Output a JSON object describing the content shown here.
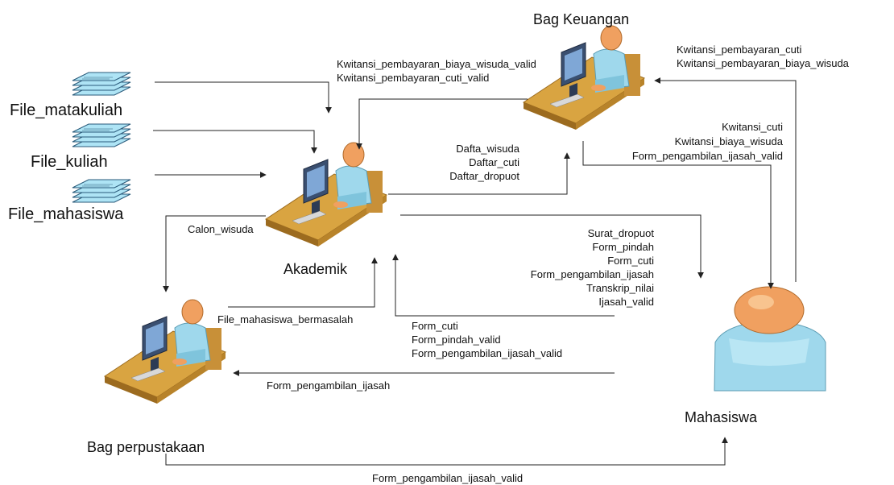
{
  "nodes": {
    "bag_keuangan": "Bag Keuangan",
    "akademik": "Akademik",
    "bag_perpustakaan": "Bag perpustakaan",
    "mahasiswa": "Mahasiswa"
  },
  "files": {
    "matakuliah": "File_matakuliah",
    "kuliah": "File_kuliah",
    "mahasiswa": "File_mahasiswa"
  },
  "flows": {
    "akademik_from_keuangan": [
      "Kwitansi_pembayaran_biaya_wisuda_valid",
      "Kwitansi_pembayaran_cuti_valid"
    ],
    "keuangan_from_mahasiswa": [
      "Kwitansi_pembayaran_cuti",
      "Kwitansi_pembayaran_biaya_wisuda"
    ],
    "mahasiswa_from_keuangan": [
      "Kwitansi_cuti",
      "Kwitansi_biaya_wisuda",
      "Form_pengambilan_ijasah_valid"
    ],
    "keuangan_from_akademik": [
      "Dafta_wisuda",
      "Daftar_cuti",
      "Daftar_dropuot"
    ],
    "mahasiswa_from_akademik": [
      "Surat_dropuot",
      "Form_pindah",
      "Form_cuti",
      "Form_pengambilan_ijasah",
      "Transkrip_nilai",
      "Ijasah_valid"
    ],
    "perpustakaan_from_akademik": "Calon_wisuda",
    "akademik_from_perpustakaan": "File_mahasiswa_bermasalah",
    "akademik_from_mahasiswa": [
      "Form_cuti",
      "Form_pindah_valid",
      "Form_pengambilan_ijasah_valid"
    ],
    "perpustakaan_from_mahasiswa": "Form_pengambilan_ijasah",
    "mahasiswa_from_perpustakaan": "Form_pengambilan_ijasah_valid"
  },
  "colors": {
    "desk_top": "#d9a441",
    "desk_edge": "#9c6b1f",
    "person_shirt": "#9fd8ec",
    "person_head": "#f0a060",
    "monitor": "#3a4f70",
    "screen": "#7fa7d6",
    "document": "#aee4f5",
    "line": "#222222"
  }
}
